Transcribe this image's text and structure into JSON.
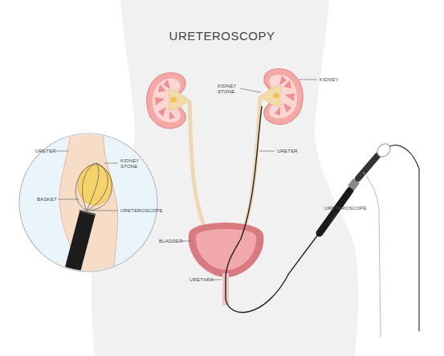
{
  "diagram": {
    "title": "URETEROSCOPY",
    "labels": [
      "URETER",
      "BASKET",
      "KIDNEY STONE",
      "URETEROSCOPE",
      "KIDNEY STONE",
      "KIDNEY",
      "URETER",
      "URETEROSCOPE",
      "BLADDER",
      "URETHRA"
    ]
  }
}
